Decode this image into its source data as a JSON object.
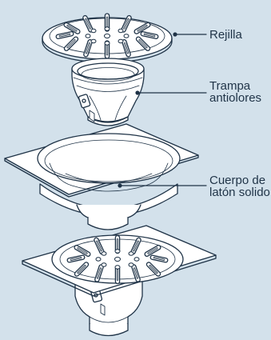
{
  "labels": {
    "grate": "Rejilla",
    "trap_line1": "Trampa",
    "trap_line2": "antiolores",
    "body_line1": "Cuerpo de",
    "body_line2": "latón solido"
  },
  "colors": {
    "background": "#d3e1eb",
    "line": "#1f3347",
    "fill": "#ffffff"
  }
}
